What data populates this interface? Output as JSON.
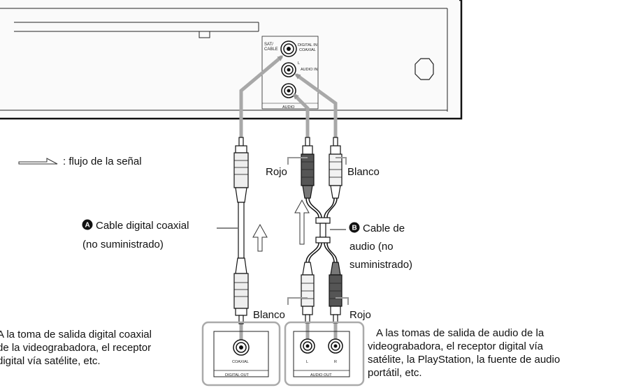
{
  "device_panel": {
    "sat_cable_label_1": "SAT/",
    "sat_cable_label_2": "CABLE",
    "digital_in_label_1": "DIGITAL IN",
    "digital_in_label_2": "COAXIAL",
    "audio_in_l": "L",
    "audio_in_label": "AUDIO IN",
    "audio_label": "AUDIO"
  },
  "legend": {
    "signal_flow": ": flujo de la señal"
  },
  "cable_a": {
    "badge": "A",
    "line1": "Cable digital coaxial",
    "line2": "(no suministrado)"
  },
  "cable_b": {
    "badge": "B",
    "line1": "Cable de",
    "line2": "audio (no",
    "line3": "suministrado)"
  },
  "plug_labels": {
    "top_left": "Rojo",
    "top_right": "Blanco",
    "bottom_left": "Blanco",
    "bottom_right": "Rojo"
  },
  "source_digital": {
    "jack_label": "COAXIAL",
    "panel_label": "DIGITAL OUT",
    "desc1": "A la toma de salida digital coaxial",
    "desc2": "de la videograbadora, el receptor",
    "desc3": "digital vía satélite, etc."
  },
  "source_audio": {
    "jack_l": "L",
    "jack_r": "R",
    "panel_label": "AUDIO OUT",
    "desc1": "A las tomas de salida de audio de la",
    "desc2": "videograbadora, el receptor digital vía",
    "desc3": "satélite, la PlayStation, la fuente de audio",
    "desc4": "portátil, etc."
  }
}
